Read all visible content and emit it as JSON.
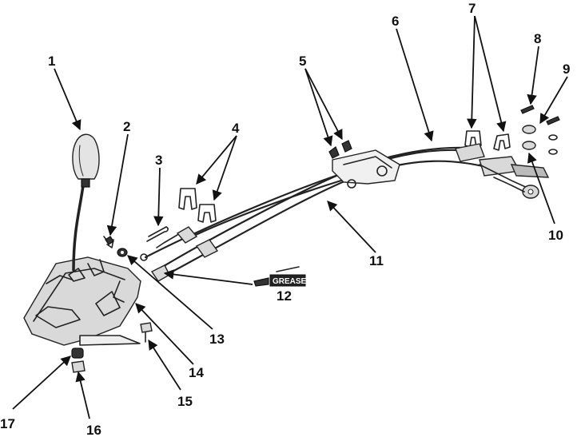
{
  "diagram": {
    "callouts": [
      {
        "id": "1",
        "label": "1"
      },
      {
        "id": "2",
        "label": "2"
      },
      {
        "id": "3",
        "label": "3"
      },
      {
        "id": "4",
        "label": "4"
      },
      {
        "id": "5",
        "label": "5"
      },
      {
        "id": "6",
        "label": "6"
      },
      {
        "id": "7",
        "label": "7"
      },
      {
        "id": "8",
        "label": "8"
      },
      {
        "id": "9",
        "label": "9"
      },
      {
        "id": "10",
        "label": "10"
      },
      {
        "id": "11",
        "label": "11"
      },
      {
        "id": "12",
        "label": "12"
      },
      {
        "id": "13",
        "label": "13"
      },
      {
        "id": "14",
        "label": "14"
      },
      {
        "id": "15",
        "label": "15"
      },
      {
        "id": "16",
        "label": "16"
      },
      {
        "id": "17",
        "label": "17"
      }
    ],
    "grease_tube_label": "GREASE"
  }
}
